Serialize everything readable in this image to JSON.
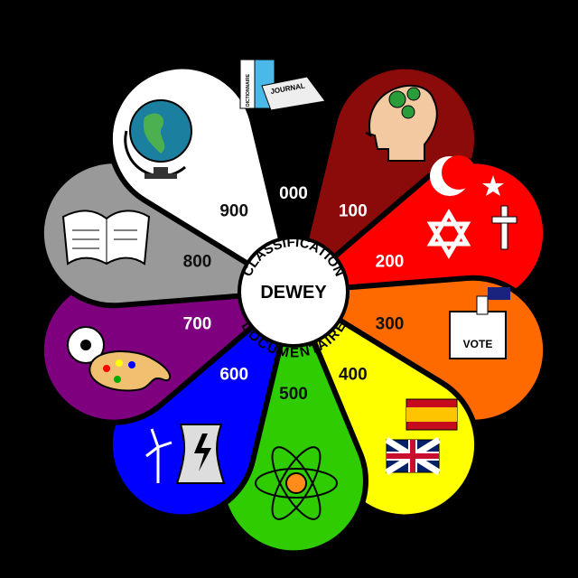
{
  "center": {
    "top_arc": "CLASSIFICATION",
    "middle": "DEWEY",
    "bottom_arc": "DOCUMENTAIRE"
  },
  "classes": [
    {
      "code": "000",
      "color": "#000000",
      "text_color": "#ffffff",
      "icon": "dictionary-newspaper-icon"
    },
    {
      "code": "100",
      "color": "#8b0a0a",
      "text_color": "#ffffff",
      "icon": "head-gears-icon"
    },
    {
      "code": "200",
      "color": "#ff0000",
      "text_color": "#ffffff",
      "icon": "religion-symbols-icon"
    },
    {
      "code": "300",
      "color": "#ff6a00",
      "text_color": "#111111",
      "icon": "ballot-box-icon"
    },
    {
      "code": "400",
      "color": "#ffff00",
      "text_color": "#111111",
      "icon": "flags-icon"
    },
    {
      "code": "500",
      "color": "#2ecc00",
      "text_color": "#111111",
      "icon": "atom-icon"
    },
    {
      "code": "600",
      "color": "#0000ff",
      "text_color": "#ffffff",
      "icon": "power-plant-icon"
    },
    {
      "code": "700",
      "color": "#7f007f",
      "text_color": "#ffffff",
      "icon": "ball-palette-icon"
    },
    {
      "code": "800",
      "color": "#999999",
      "text_color": "#111111",
      "icon": "open-book-icon"
    },
    {
      "code": "900",
      "color": "#ffffff",
      "text_color": "#111111",
      "icon": "globe-icon"
    }
  ],
  "icon_text": {
    "dictionary": "DICTIONNAIRE",
    "journal": "JOURNAL",
    "vote": "VOTE"
  }
}
